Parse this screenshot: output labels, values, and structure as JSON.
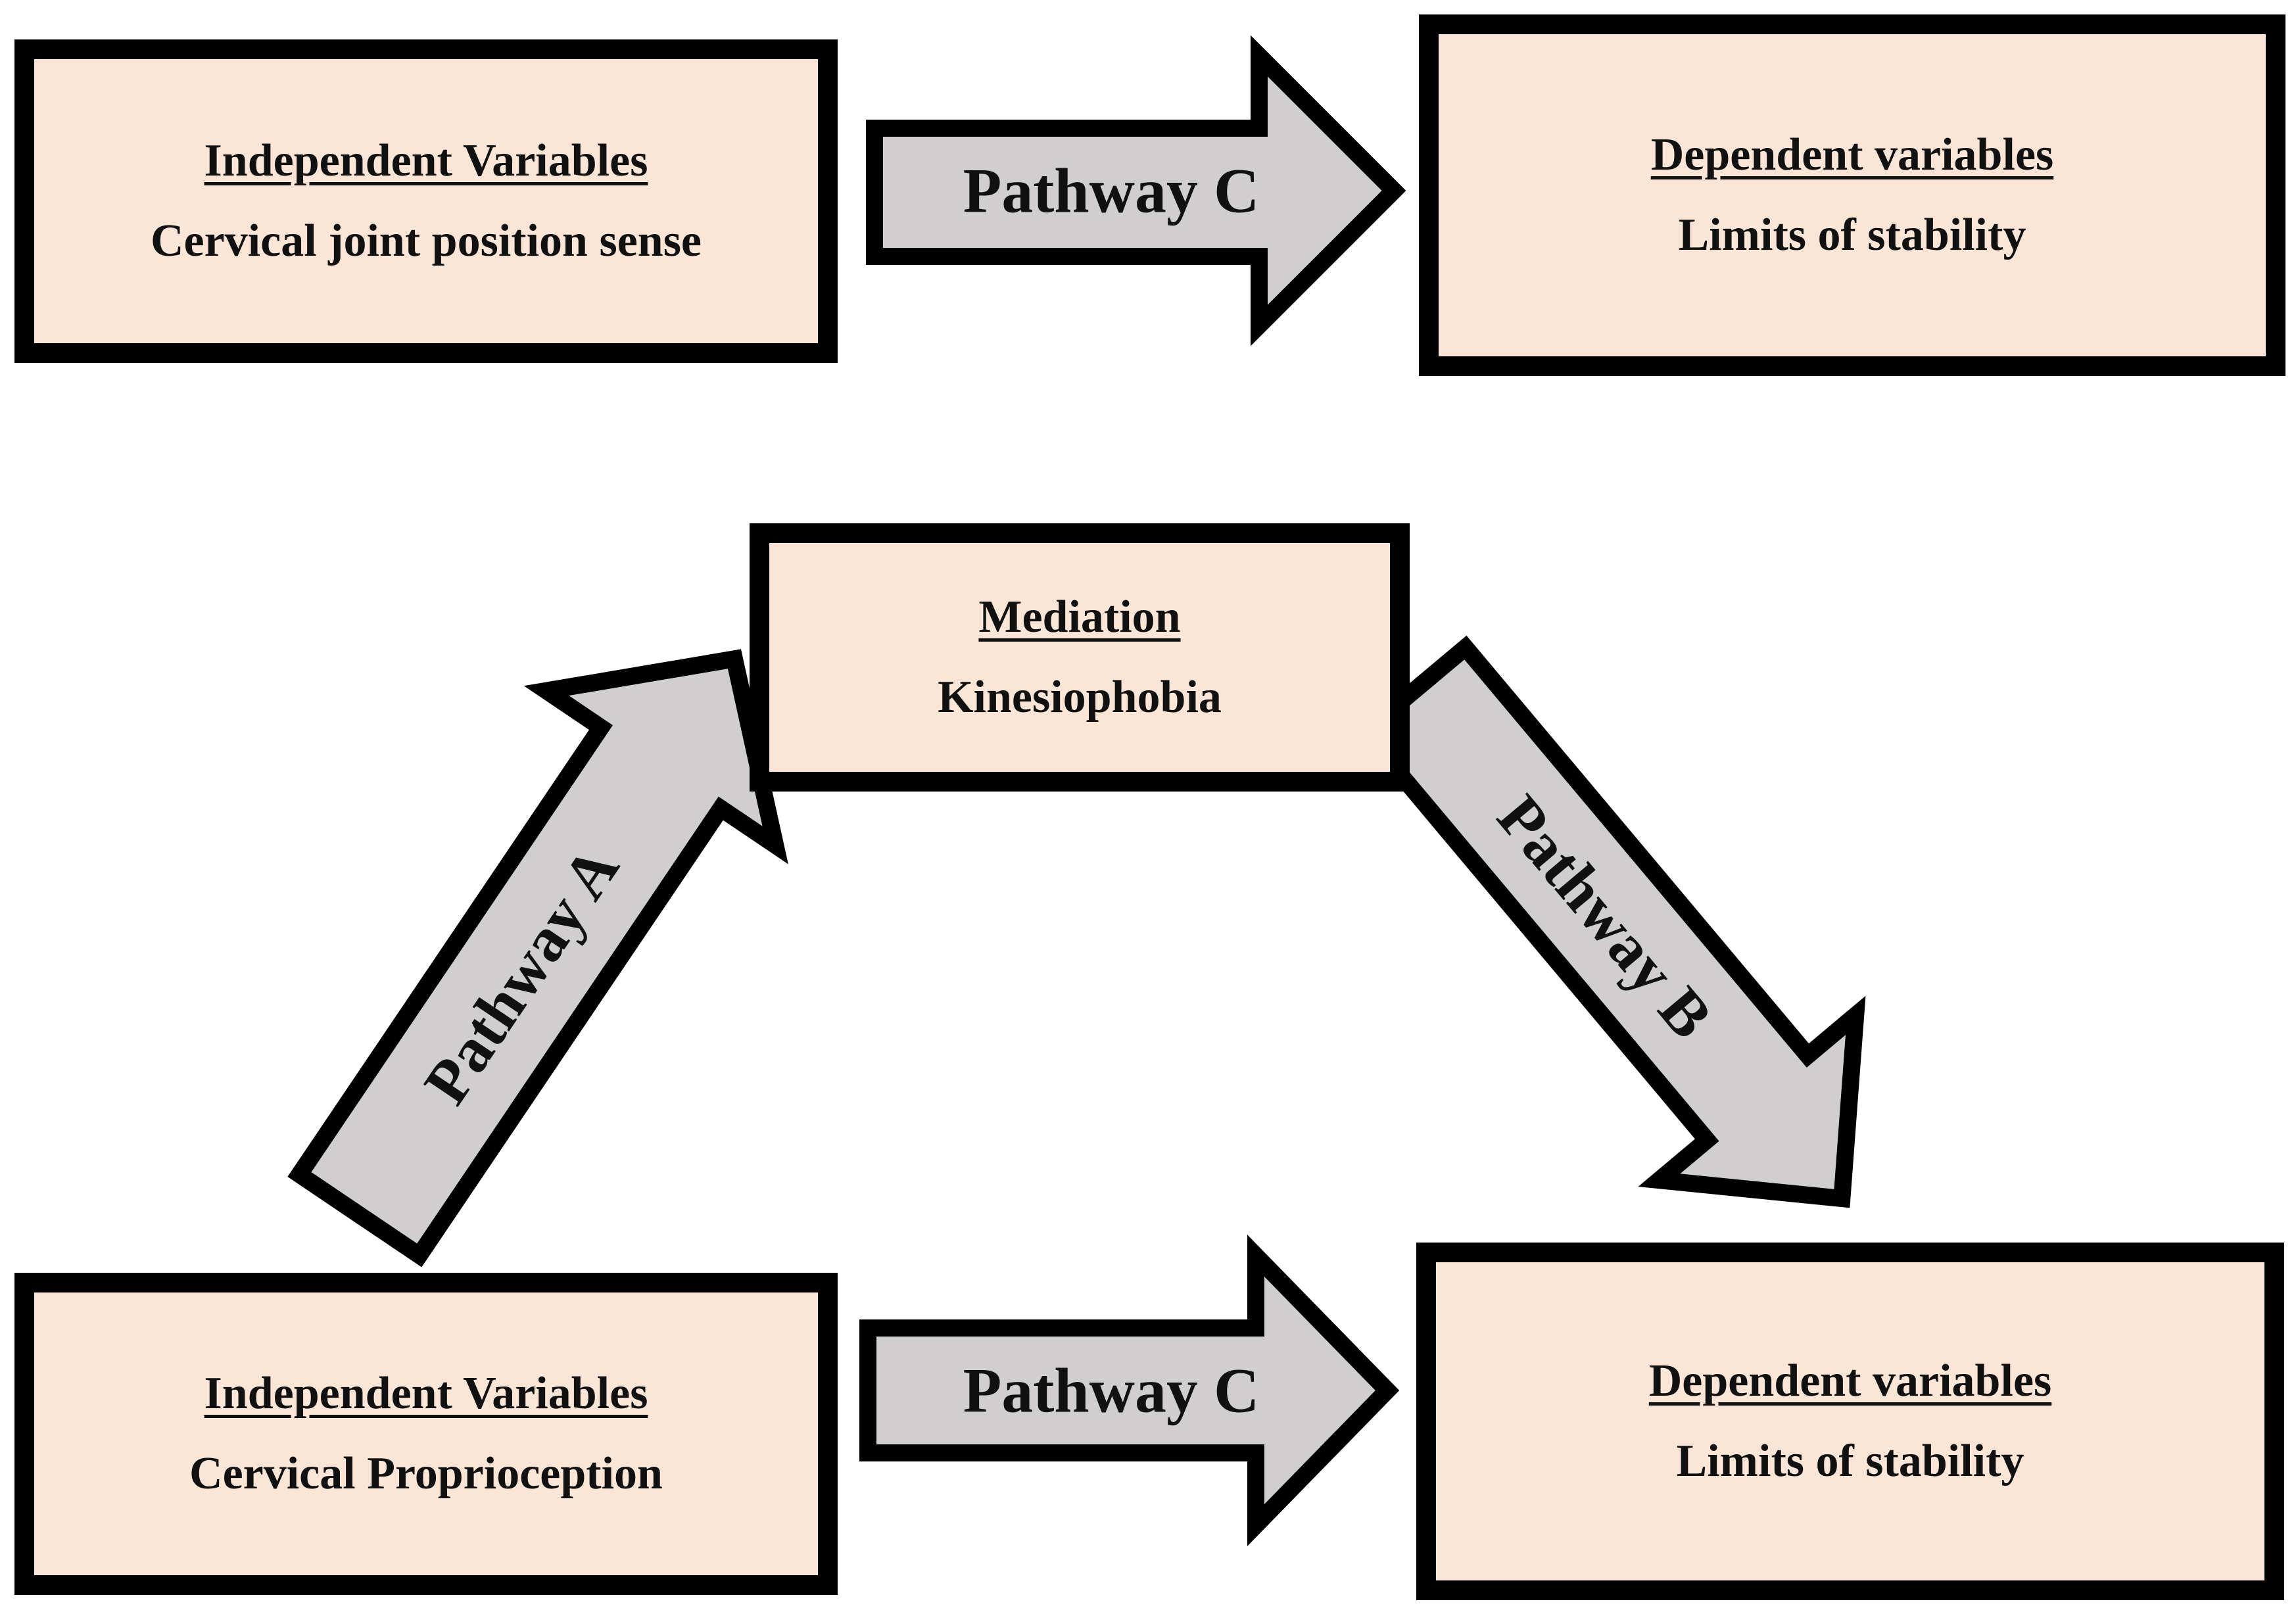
{
  "colors": {
    "box_fill": "#fbe5d6",
    "arrow_fill": "#d0cece",
    "border": "#000000"
  },
  "boxes": {
    "iv_top": {
      "heading": "Independent Variables",
      "content": "Cervical joint position sense"
    },
    "dv_top": {
      "heading": "Dependent variables",
      "content": "Limits of stability"
    },
    "mediation": {
      "heading": "Mediation",
      "content": "Kinesiophobia"
    },
    "iv_bottom": {
      "heading": "Independent Variables",
      "content": "Cervical Proprioception"
    },
    "dv_bottom": {
      "heading": "Dependent variables",
      "content": "Limits of stability"
    }
  },
  "arrows": {
    "pathway_c_top": "Pathway C",
    "pathway_a": "Pathway A",
    "pathway_b": "Pathway B",
    "pathway_c_bottom": "Pathway C"
  }
}
